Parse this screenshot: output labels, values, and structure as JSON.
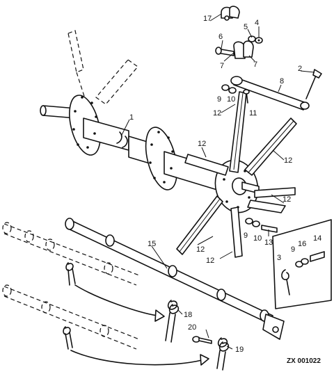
{
  "figure_code": "ZX 001022",
  "callouts": {
    "c1": "1",
    "c2": "2",
    "c3": "3",
    "c4": "4",
    "c5": "5",
    "c6": "6",
    "c7a": "7",
    "c7b": "7",
    "c8": "8",
    "c9a": "9",
    "c9b": "9",
    "c9c": "9",
    "c10a": "10",
    "c10b": "10",
    "c11": "11",
    "c12a": "12",
    "c12b": "12",
    "c12c": "12",
    "c12d": "12",
    "c12e": "12",
    "c12f": "12",
    "c13": "13",
    "c14": "14",
    "c15": "15",
    "c16": "16",
    "c17": "17",
    "c18": "18",
    "c19": "19",
    "c20": "20"
  }
}
